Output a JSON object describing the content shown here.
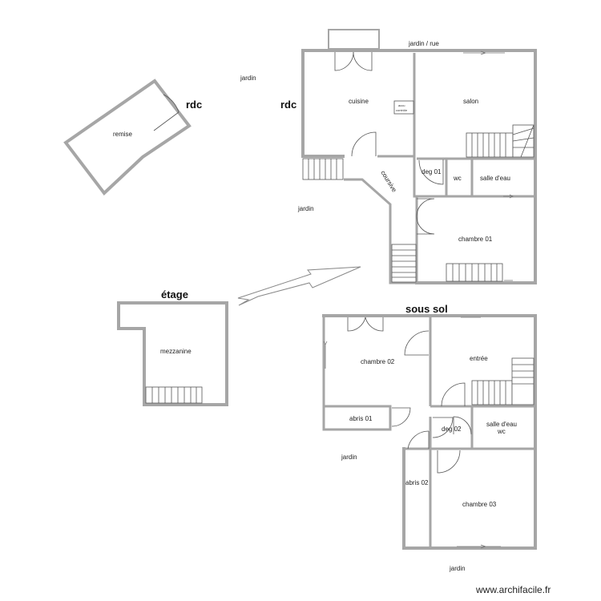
{
  "level_titles": {
    "rdc_annex": "rdc",
    "rdc_main": "rdc",
    "etage": "étage",
    "sous_sol": "sous sol"
  },
  "rooms": {
    "remise": "remise",
    "cuisine": "cuisine",
    "salon": "salon",
    "deg01": "deg 01",
    "wc_rdc": "wc",
    "salle_eau_rdc": "salle d'eau",
    "coursive": "coursive",
    "chambre01": "chambre 01",
    "mezzanine": "mezzanine",
    "chambre02": "chambre 02",
    "entree": "entrée",
    "abris01": "abris 01",
    "deg02": "deg 02",
    "salle_eau_ss": "salle d'eau",
    "wc_ss": "wc",
    "abris02": "abris 02",
    "chambre03": "chambre 03"
  },
  "outdoor": {
    "jardin_rue": "jardin / rue",
    "jardin_top": "jardin",
    "jardin_left": "jardin",
    "jardin_bottom_left": "jardin",
    "jardin_bottom": "jardin"
  },
  "fixtures": {
    "accumulator_line1": "accu",
    "accumulator_line2": "contrôle"
  },
  "watermark": "www.archifacile.fr"
}
